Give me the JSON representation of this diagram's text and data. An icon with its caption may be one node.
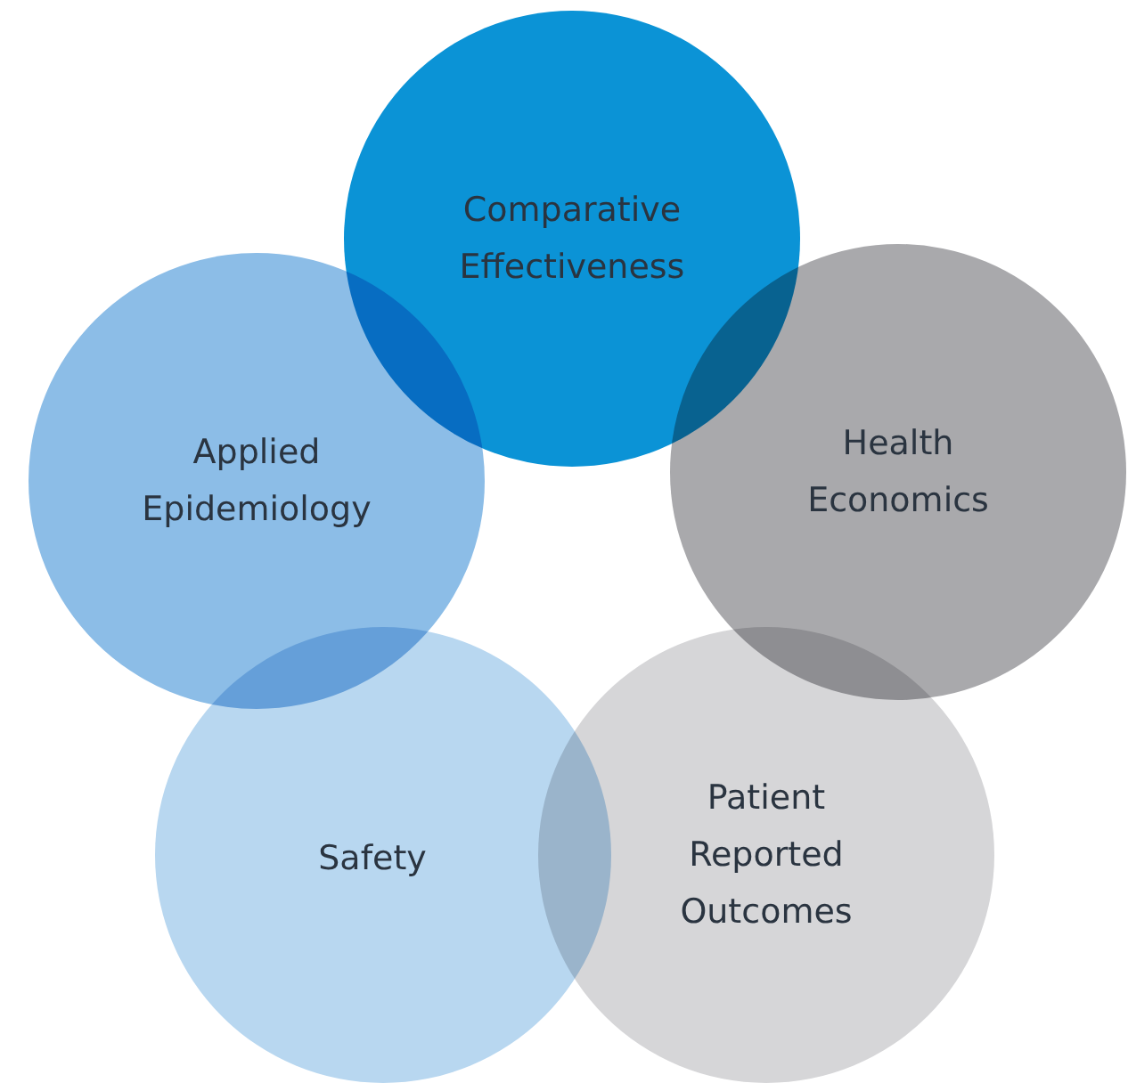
{
  "diagram": {
    "nodes": [
      {
        "text": [
          "Comparative Effectiveness"
        ]
      },
      {
        "text": [
          "Applied Epidemiology"
        ]
      },
      {
        "text": [
          "Health Economics"
        ]
      },
      {
        "text": [
          "Safety"
        ]
      },
      {
        "text": [
          "Patient Reported Outcomes"
        ]
      }
    ]
  }
}
